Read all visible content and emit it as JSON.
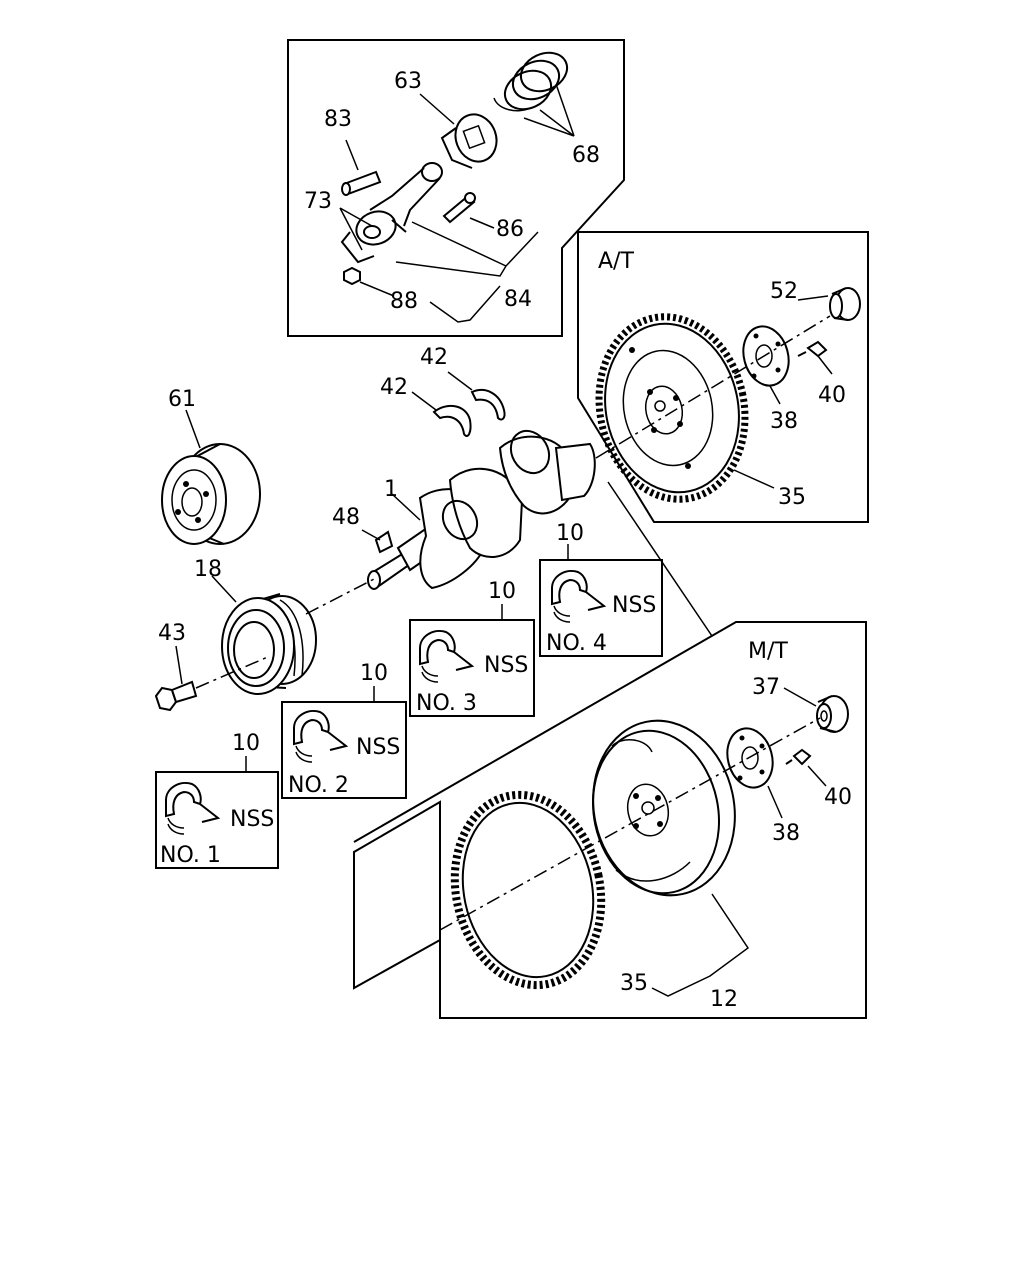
{
  "diagram": {
    "labels": {
      "p63": "63",
      "p83": "83",
      "p68": "68",
      "p73": "73",
      "p86": "86",
      "p84": "84",
      "p88": "88",
      "at_title": "A/T",
      "p52": "52",
      "p40_at": "40",
      "p38_at": "38",
      "p35_at": "35",
      "p42_top": "42",
      "p42_left": "42",
      "p61": "61",
      "p1": "1",
      "p48": "48",
      "p18": "18",
      "p43": "43",
      "mt_title": "M/T",
      "p37": "37",
      "p40_mt": "40",
      "p38_mt": "38",
      "p35_mt": "35",
      "p12": "12"
    },
    "bearings": [
      {
        "ref": "10",
        "nss": "NSS",
        "no": "NO. 4"
      },
      {
        "ref": "10",
        "nss": "NSS",
        "no": "NO. 3"
      },
      {
        "ref": "10",
        "nss": "NSS",
        "no": "NO. 2"
      },
      {
        "ref": "10",
        "nss": "NSS",
        "no": "NO. 1"
      }
    ]
  }
}
